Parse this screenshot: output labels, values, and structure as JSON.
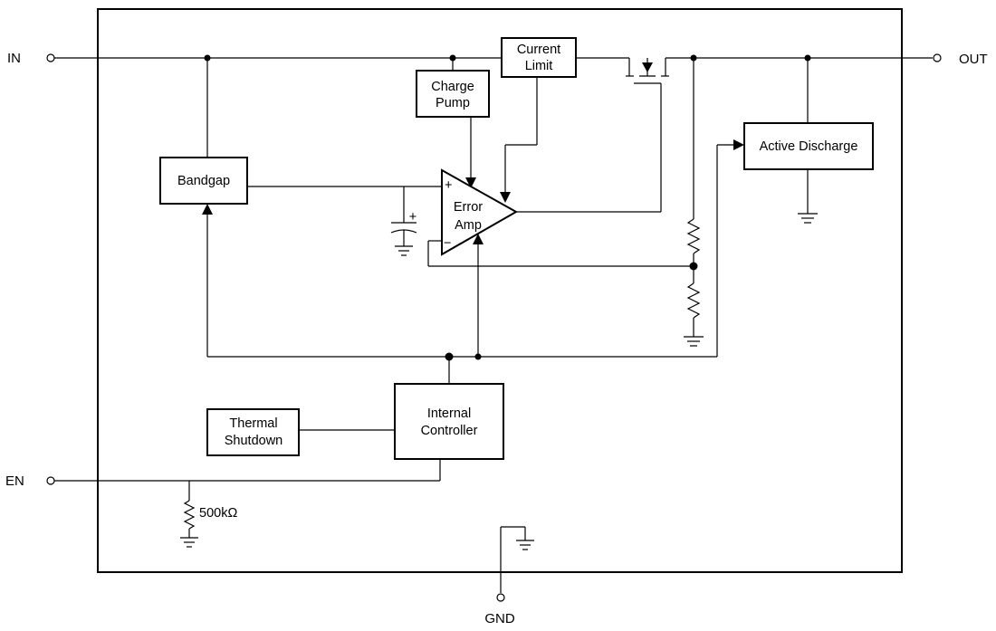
{
  "pins": {
    "in": "IN",
    "out": "OUT",
    "en": "EN",
    "gnd": "GND"
  },
  "blocks": {
    "current_limit": [
      "Current",
      "Limit"
    ],
    "charge_pump": [
      "Charge",
      "Pump"
    ],
    "bandgap": "Bandgap",
    "error_amp": [
      "Error",
      "Amp"
    ],
    "active_discharge": "Active Discharge",
    "thermal_shutdown": [
      "Thermal",
      "Shutdown"
    ],
    "internal_controller": [
      "Internal",
      "Controller"
    ]
  },
  "components": {
    "pulldown_resistor": "500kΩ",
    "amp_plus": "+",
    "amp_minus": "−",
    "cap_plus": "+"
  }
}
